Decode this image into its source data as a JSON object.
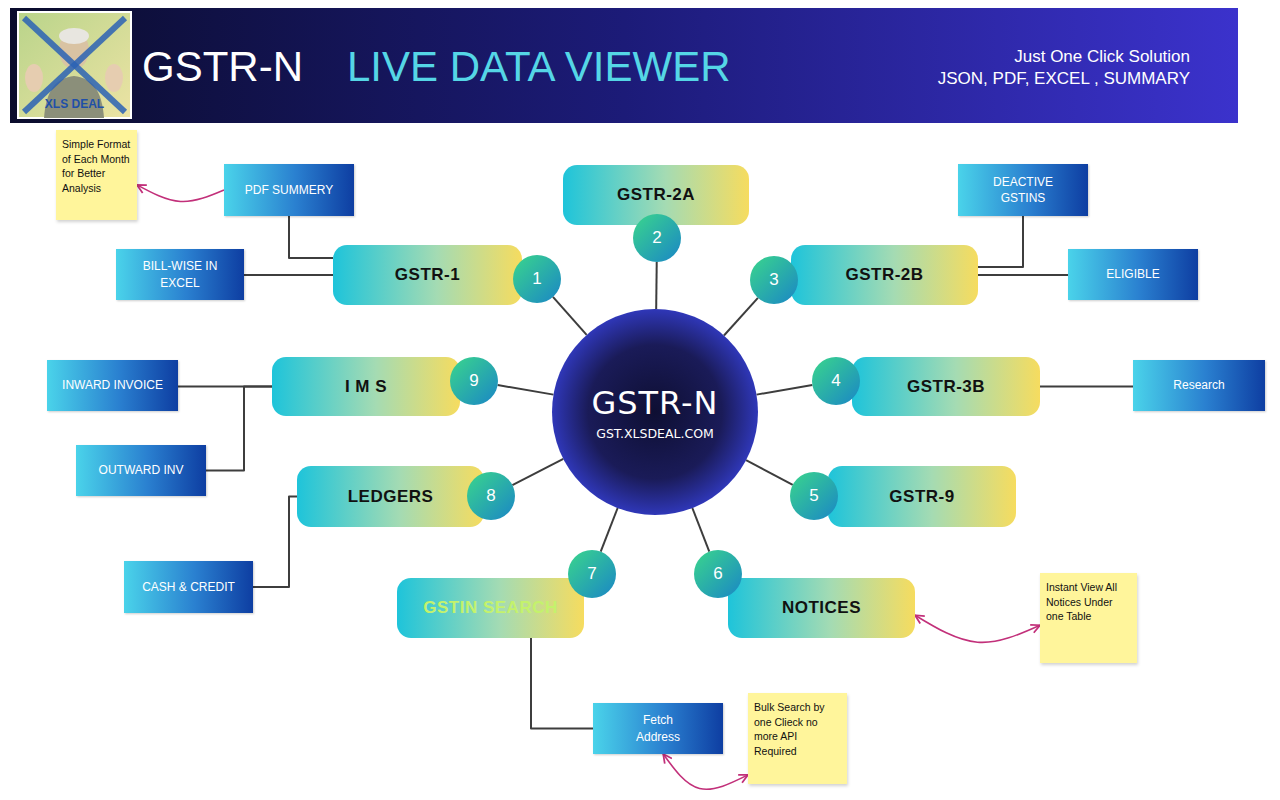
{
  "diagram": {
    "title": "GSTR-N",
    "nodes": [
      {
        "text": [
          "Simple Format of Each Month for Better Analysis"
        ]
      },
      {
        "text": [
          "PDF SUMMERY"
        ]
      },
      {
        "text": [
          "GSTR-2A"
        ]
      },
      {
        "text": [
          "DEACTIVE GSTINS"
        ]
      },
      {
        "text": [
          "2"
        ]
      },
      {
        "text": [
          "BILL-WISE IN EXCEL"
        ]
      },
      {
        "text": [
          "GSTR-1"
        ]
      },
      {
        "text": [
          "1"
        ]
      },
      {
        "text": [
          "3"
        ]
      },
      {
        "text": [
          "GSTR-2B"
        ]
      },
      {
        "text": [
          "ELIGIBLE"
        ]
      },
      {
        "text": [
          "INWARD INVOICE"
        ]
      },
      {
        "text": [
          "I M S"
        ]
      },
      {
        "text": [
          "9"
        ]
      },
      {
        "text": [
          "GSTR-N",
          "GST.XLSDEAL.COM"
        ]
      },
      {
        "text": [
          "4"
        ]
      },
      {
        "text": [
          "GSTR-3B"
        ]
      },
      {
        "text": [
          "Research"
        ]
      },
      {
        "text": [
          "OUTWARD INV"
        ]
      },
      {
        "text": [
          "LEDGERS"
        ]
      },
      {
        "text": [
          "8"
        ]
      },
      {
        "text": [
          "5"
        ]
      },
      {
        "text": [
          "GSTR-9"
        ]
      },
      {
        "text": [
          "CASH & CREDIT"
        ]
      },
      {
        "text": [
          "7"
        ]
      },
      {
        "text": [
          "6"
        ]
      },
      {
        "text": [
          "GSTIN SEARCH"
        ]
      },
      {
        "text": [
          "NOTICES"
        ]
      },
      {
        "text": [
          "Instant View All Notices Under one Table"
        ]
      },
      {
        "text": [
          "Fetch Address"
        ]
      },
      {
        "text": [
          "Bulk Search by one Clieck no more API Required"
        ]
      }
    ],
    "edges": [
      {
        "from": 14,
        "to": 7,
        "arrow": "none"
      },
      {
        "from": 14,
        "to": 4,
        "arrow": "none"
      },
      {
        "from": 14,
        "to": 8,
        "arrow": "none"
      },
      {
        "from": 14,
        "to": 15,
        "arrow": "none"
      },
      {
        "from": 14,
        "to": 21,
        "arrow": "none"
      },
      {
        "from": 14,
        "to": 25,
        "arrow": "none"
      },
      {
        "from": 14,
        "to": 24,
        "arrow": "none"
      },
      {
        "from": 14,
        "to": 20,
        "arrow": "none"
      },
      {
        "from": 14,
        "to": 13,
        "arrow": "none"
      },
      {
        "from": 6,
        "to": 1,
        "arrow": "none"
      },
      {
        "from": 6,
        "to": 5,
        "arrow": "none"
      },
      {
        "from": 9,
        "to": 3,
        "arrow": "none"
      },
      {
        "from": 9,
        "to": 10,
        "arrow": "none"
      },
      {
        "from": 16,
        "to": 17,
        "arrow": "none"
      },
      {
        "from": 12,
        "to": 11,
        "arrow": "none"
      },
      {
        "from": 12,
        "to": 18,
        "arrow": "none"
      },
      {
        "from": 19,
        "to": 23,
        "arrow": "none"
      },
      {
        "from": 26,
        "to": 29,
        "arrow": "none"
      },
      {
        "from": 1,
        "to": 0,
        "arrow": "to"
      },
      {
        "from": 27,
        "to": 28,
        "arrow": "both"
      },
      {
        "from": 29,
        "to": 30,
        "arrow": "both"
      }
    ],
    "labels": [
      "LIVE DATA VIEWER",
      "Just One Click Solution",
      "JSON, PDF, EXCEL , SUMMARY",
      "XLS DEAL"
    ]
  }
}
